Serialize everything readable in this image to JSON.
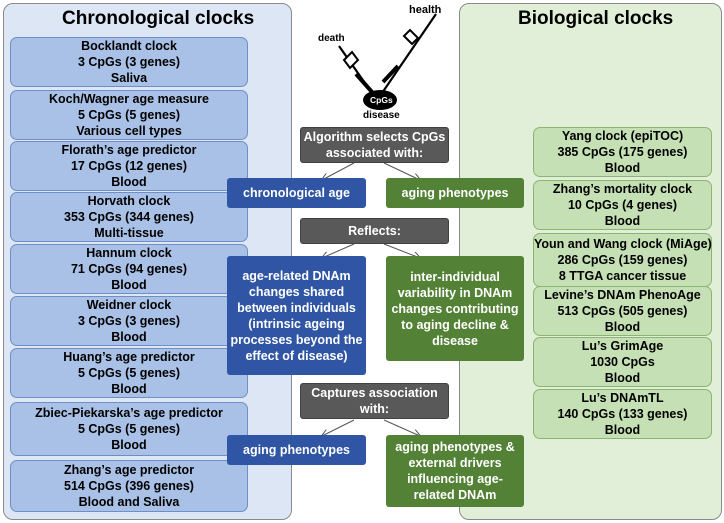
{
  "left_panel": {
    "title": "Chronological clocks",
    "clocks": [
      {
        "lines": [
          "Bocklandt clock",
          "3 CpGs (3 genes)",
          "Saliva"
        ]
      },
      {
        "lines": [
          "Koch/Wagner age measure",
          "5 CpGs (5 genes)",
          "Various cell types"
        ]
      },
      {
        "lines": [
          "Florath’s age predictor",
          "17 CpGs (12 genes)",
          "Blood"
        ]
      },
      {
        "lines": [
          "Horvath clock",
          "353 CpGs (344 genes)",
          "Multi-tissue"
        ]
      },
      {
        "lines": [
          "Hannum clock",
          "71 CpGs (94 genes)",
          "Blood"
        ]
      },
      {
        "lines": [
          "Weidner clock",
          "3 CpGs (3 genes)",
          "Blood"
        ]
      },
      {
        "lines": [
          "Huang’s age predictor",
          "5 CpGs (5 genes)",
          "Blood"
        ]
      },
      {
        "lines": [
          "Zbiec-Piekarska’s age predictor",
          "5 CpGs (5 genes)",
          "Blood"
        ]
      },
      {
        "lines": [
          "Zhang’s age predictor",
          "514 CpGs (396 genes)",
          "Blood and Saliva"
        ]
      }
    ]
  },
  "right_panel": {
    "title": "Biological clocks",
    "clocks": [
      {
        "lines": [
          "Yang clock (epiTOC)",
          "385 CpGs (175 genes)",
          "Blood"
        ]
      },
      {
        "lines": [
          "Zhang’s mortality clock",
          "10 CpGs (4 genes)",
          "Blood"
        ]
      },
      {
        "lines": [
          "Youn and Wang clock (MiAge)",
          "286 CpGs (159 genes)",
          "8 TTGA cancer tissue"
        ]
      },
      {
        "lines": [
          "Levine’s DNAm PhenoAge",
          "513 CpGs (505 genes)",
          "Blood"
        ]
      },
      {
        "lines": [
          "Lu’s GrimAge",
          "1030 CpGs",
          "Blood"
        ]
      },
      {
        "lines": [
          "Lu’s DNAmTL",
          "140 CpGs (133 genes)",
          "Blood"
        ]
      }
    ]
  },
  "clock_icon": {
    "label_death": "death",
    "label_health": "health",
    "label_center": "CpGs",
    "label_disease": "disease"
  },
  "center": {
    "algorithm": {
      "lines": [
        "Algorithm selects CpGs",
        "associated with:"
      ]
    },
    "chrono_age": {
      "lines": [
        "chronological age"
      ]
    },
    "aging_pheno_1": {
      "lines": [
        "aging phenotypes"
      ]
    },
    "reflects": {
      "lines": [
        "Reflects:"
      ]
    },
    "intrinsic": {
      "lines": [
        "age-related DNAm",
        "changes shared",
        "between individuals",
        "(intrinsic ageing",
        "processes beyond the",
        "effect of disease)"
      ]
    },
    "inter_individual": {
      "lines": [
        "inter-individual",
        "variability in DNAm",
        "changes contributing",
        "to aging decline &",
        "disease"
      ]
    },
    "captures": {
      "lines": [
        "Captures association",
        "with:"
      ]
    },
    "aging_pheno_2": {
      "lines": [
        "aging phenotypes"
      ]
    },
    "external": {
      "lines": [
        "aging phenotypes &",
        "external drivers",
        "influencing age-",
        "related DNAm"
      ]
    }
  },
  "colors": {
    "chrono_panel": "#dce6f4",
    "chrono_box": "#a9c1e6",
    "bio_panel": "#e2efd8",
    "bio_box": "#c5e0b4",
    "dark_box": "#595959",
    "blue_box": "#2f55a4",
    "green_box": "#538135"
  }
}
